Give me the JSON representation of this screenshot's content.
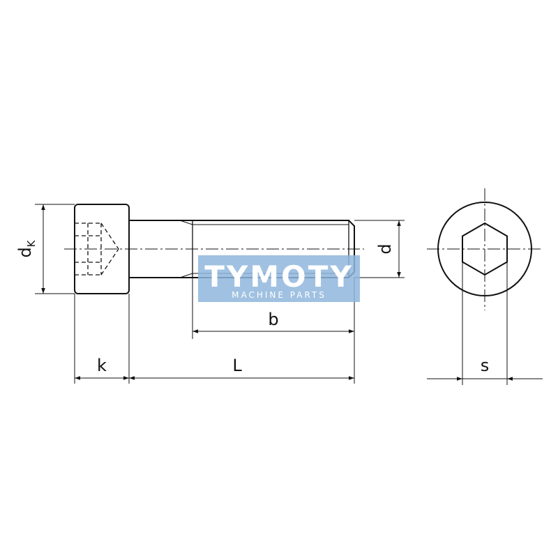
{
  "labels": {
    "head_diameter": "d",
    "head_diameter_sub": "K",
    "shank_diameter": "d",
    "thread_length": "b",
    "length": "L",
    "head_height": "k",
    "socket_width": "s"
  },
  "watermark": {
    "brand": "TYMOTY",
    "tagline": "MACHINE PARTS",
    "color": "#8fb6dc"
  }
}
